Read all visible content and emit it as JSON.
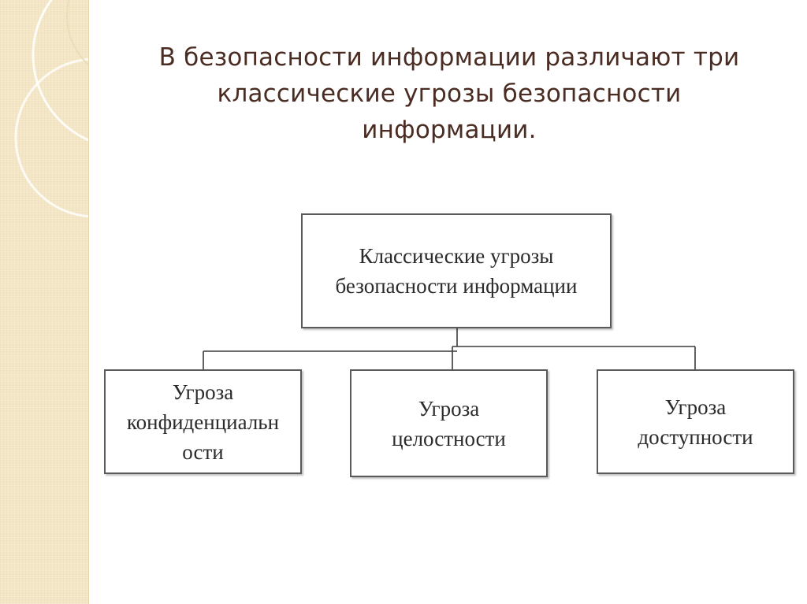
{
  "slide": {
    "title_lines": [
      "В безопасности информации различают три",
      "классические угрозы безопасности",
      "информации."
    ]
  },
  "diagram": {
    "root": {
      "lines": [
        "Классические угрозы",
        "безопасности информации"
      ]
    },
    "children": [
      {
        "lines": [
          "Угроза",
          "конфиденциальн",
          "ости"
        ]
      },
      {
        "lines": [
          "Угроза",
          "целостности"
        ]
      },
      {
        "lines": [
          "Угроза",
          "доступности"
        ]
      }
    ]
  },
  "colors": {
    "title_text": "#4a2c22",
    "box_border": "#5a5a5a",
    "box_text": "#2b2b2b",
    "connector": "#3a3a3a",
    "side_strip": "#f3e6c6"
  }
}
